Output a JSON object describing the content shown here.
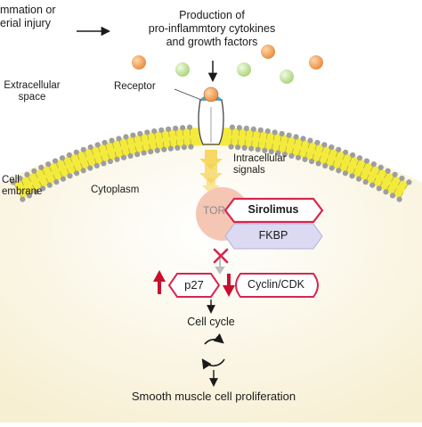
{
  "labels": {
    "trigger": [
      "mmation or",
      "erial injury"
    ],
    "production": [
      "Production of",
      "pro-inflammtory cytokines",
      "and growth factors"
    ],
    "extracellular": [
      "Extracellular",
      "space"
    ],
    "receptor": "Receptor",
    "intracellular": [
      "Intracellular",
      "signals"
    ],
    "cell_membrane": [
      "Cell",
      "embrane"
    ],
    "cytoplasm": "Cytoplasm",
    "tor": "TOR",
    "sirolimus": "Sirolimus",
    "fkbp": "FKBP",
    "p27": "p27",
    "cyclin_cdk": "Cyclin/CDK",
    "cell_cycle": "Cell cycle",
    "outcome": "Smooth muscle cell proliferation"
  },
  "colors": {
    "membrane": "#f3ea3e",
    "membrane_head": "#9e9e9e",
    "cytokine_orange": "#f0a35a",
    "cytokine_green": "#c9e6a0",
    "tor": "#f6c6b4",
    "sirolimus_border": "#d6274f",
    "fkbp_fill": "#dcdaf2",
    "up_arrow": "#c8102e",
    "down_arrow": "#c8102e",
    "block_x": "#d6274f",
    "cytoplasm": "#fbf6e4",
    "signal_arrow": "#f4d24b"
  }
}
